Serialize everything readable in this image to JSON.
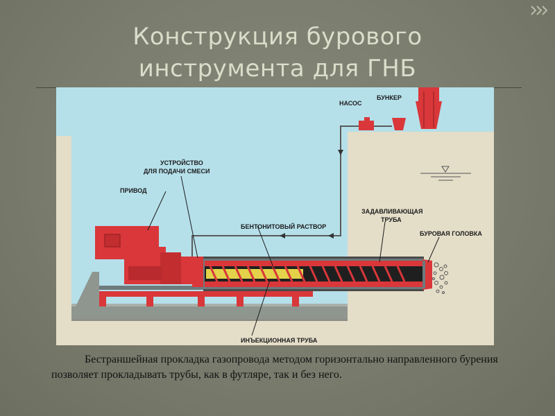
{
  "slide": {
    "title_line1": "Конструкция бурового",
    "title_line2": "инструмента для ГНБ",
    "caption": "Бестраншейная прокладка газопровода методом горизонтально направленного бурения позволяет прокладывать трубы, как в футляре, так и без него."
  },
  "diagram": {
    "labels": {
      "pump": "НАСОС",
      "hopper": "БУНКЕР",
      "mix_device_line1": "УСТРОЙСТВО",
      "mix_device_line2": "ДЛЯ ПОДАЧИ СМЕСИ",
      "drive": "ПРИВОД",
      "bentonite": "БЕНТОНИТОВЫЙ РАСТВОР",
      "push_pipe_line1": "ЗАДАВЛИВАЮЩАЯ",
      "push_pipe_line2": "ТРУБА",
      "drill_head": "БУРОВАЯ ГОЛОВКА",
      "injection_pipe": "ИНЪЕКЦИОННАЯ ТРУБА"
    }
  },
  "colors": {
    "background": "#7a7c6e",
    "title_text": "#d9ddc9",
    "water": "#b5e0ea",
    "soil": "#e4ddc8",
    "machine": "#d9373a",
    "dark_metal": "#6d7a7c"
  }
}
